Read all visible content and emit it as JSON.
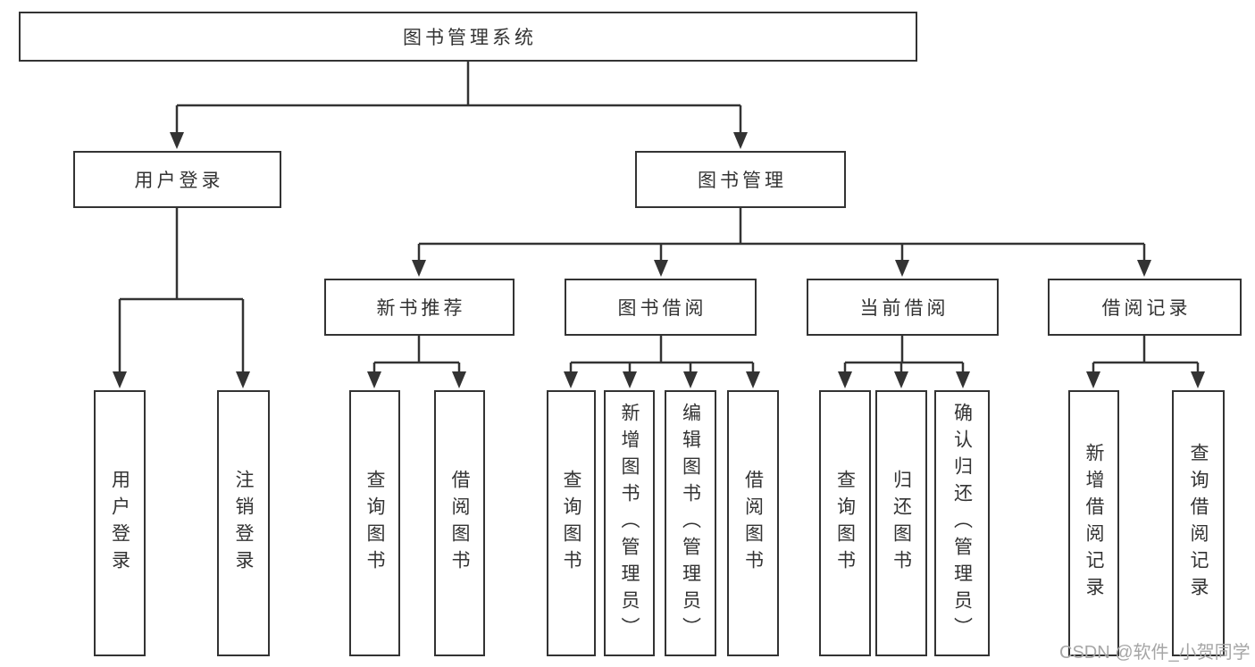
{
  "diagram": {
    "colors": {
      "line": "#333333",
      "text": "#333333",
      "box_background": "#ffffff",
      "watermark": "#a6a6a6"
    },
    "watermark": "CSDN @软件_小贺同学",
    "nodes": {
      "root": {
        "label": "图书管理系统"
      },
      "user_login": {
        "label": "用户登录"
      },
      "book_mgmt": {
        "label": "图书管理"
      },
      "new_book_rec": {
        "label": "新书推荐"
      },
      "book_borrow": {
        "label": "图书借阅"
      },
      "current_borrow": {
        "label": "当前借阅"
      },
      "borrow_records": {
        "label": "借阅记录"
      },
      "leaf_user_login": {
        "label": "用户登录"
      },
      "leaf_logout": {
        "label": "注销登录"
      },
      "leaf_query_book_1": {
        "label": "查询图书"
      },
      "leaf_borrow_book_1": {
        "label": "借阅图书"
      },
      "leaf_query_book_2": {
        "label": "查询图书"
      },
      "leaf_add_book": {
        "label": "新增图书（管理员）"
      },
      "leaf_edit_book": {
        "label": "编辑图书（管理员）"
      },
      "leaf_borrow_book_2": {
        "label": "借阅图书"
      },
      "leaf_query_book_3": {
        "label": "查询图书"
      },
      "leaf_return_book": {
        "label": "归还图书"
      },
      "leaf_confirm_return": {
        "label": "确认归还（管理员）"
      },
      "leaf_add_borrow_record": {
        "label": "新增借阅记录"
      },
      "leaf_query_borrow_record": {
        "label": "查询借阅记录"
      }
    }
  }
}
